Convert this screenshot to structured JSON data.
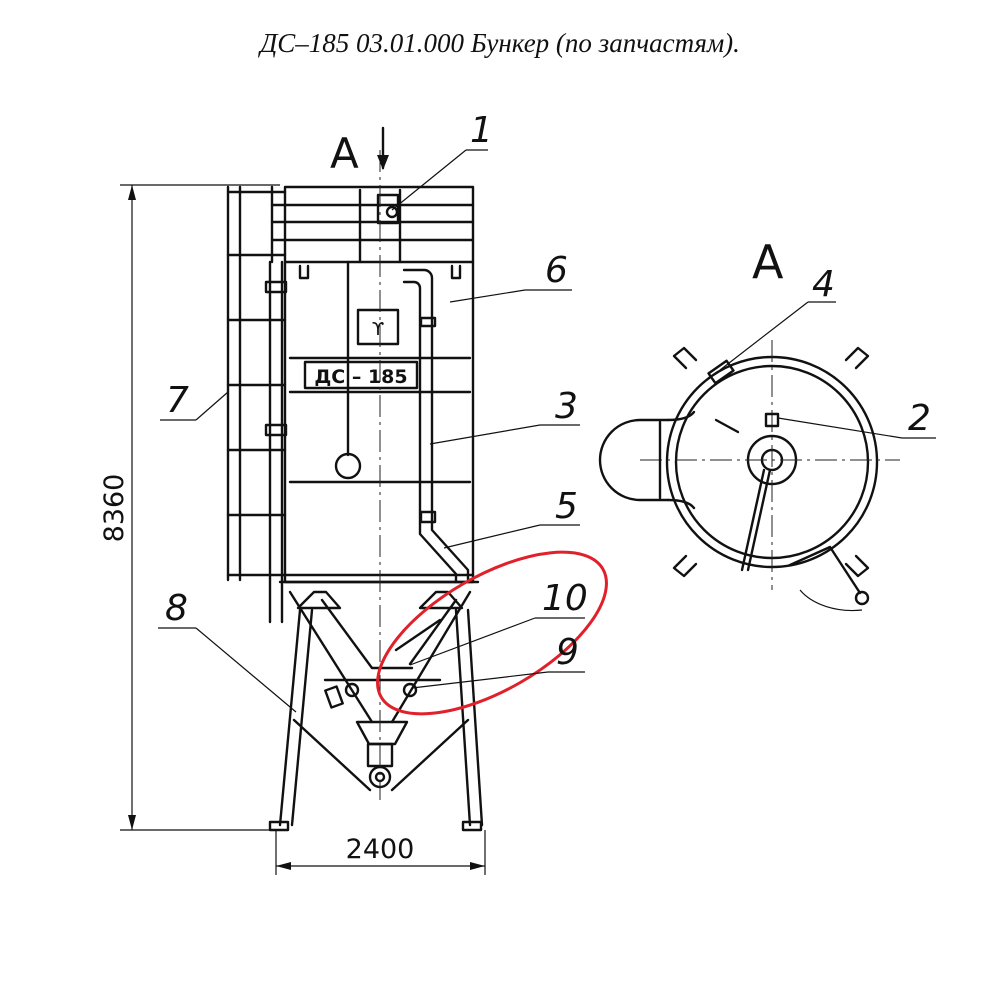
{
  "title": "ДС–185  03.01.000 Бункер (по запчастям).",
  "view_mark": "A",
  "view_title": "A",
  "logo_text": "ДС – 185",
  "dimensions": {
    "height": "8360",
    "width": "2400"
  },
  "callouts": [
    "1",
    "2",
    "3",
    "4",
    "5",
    "6",
    "7",
    "8",
    "9",
    "10"
  ],
  "highlight_color": "#e0202a"
}
